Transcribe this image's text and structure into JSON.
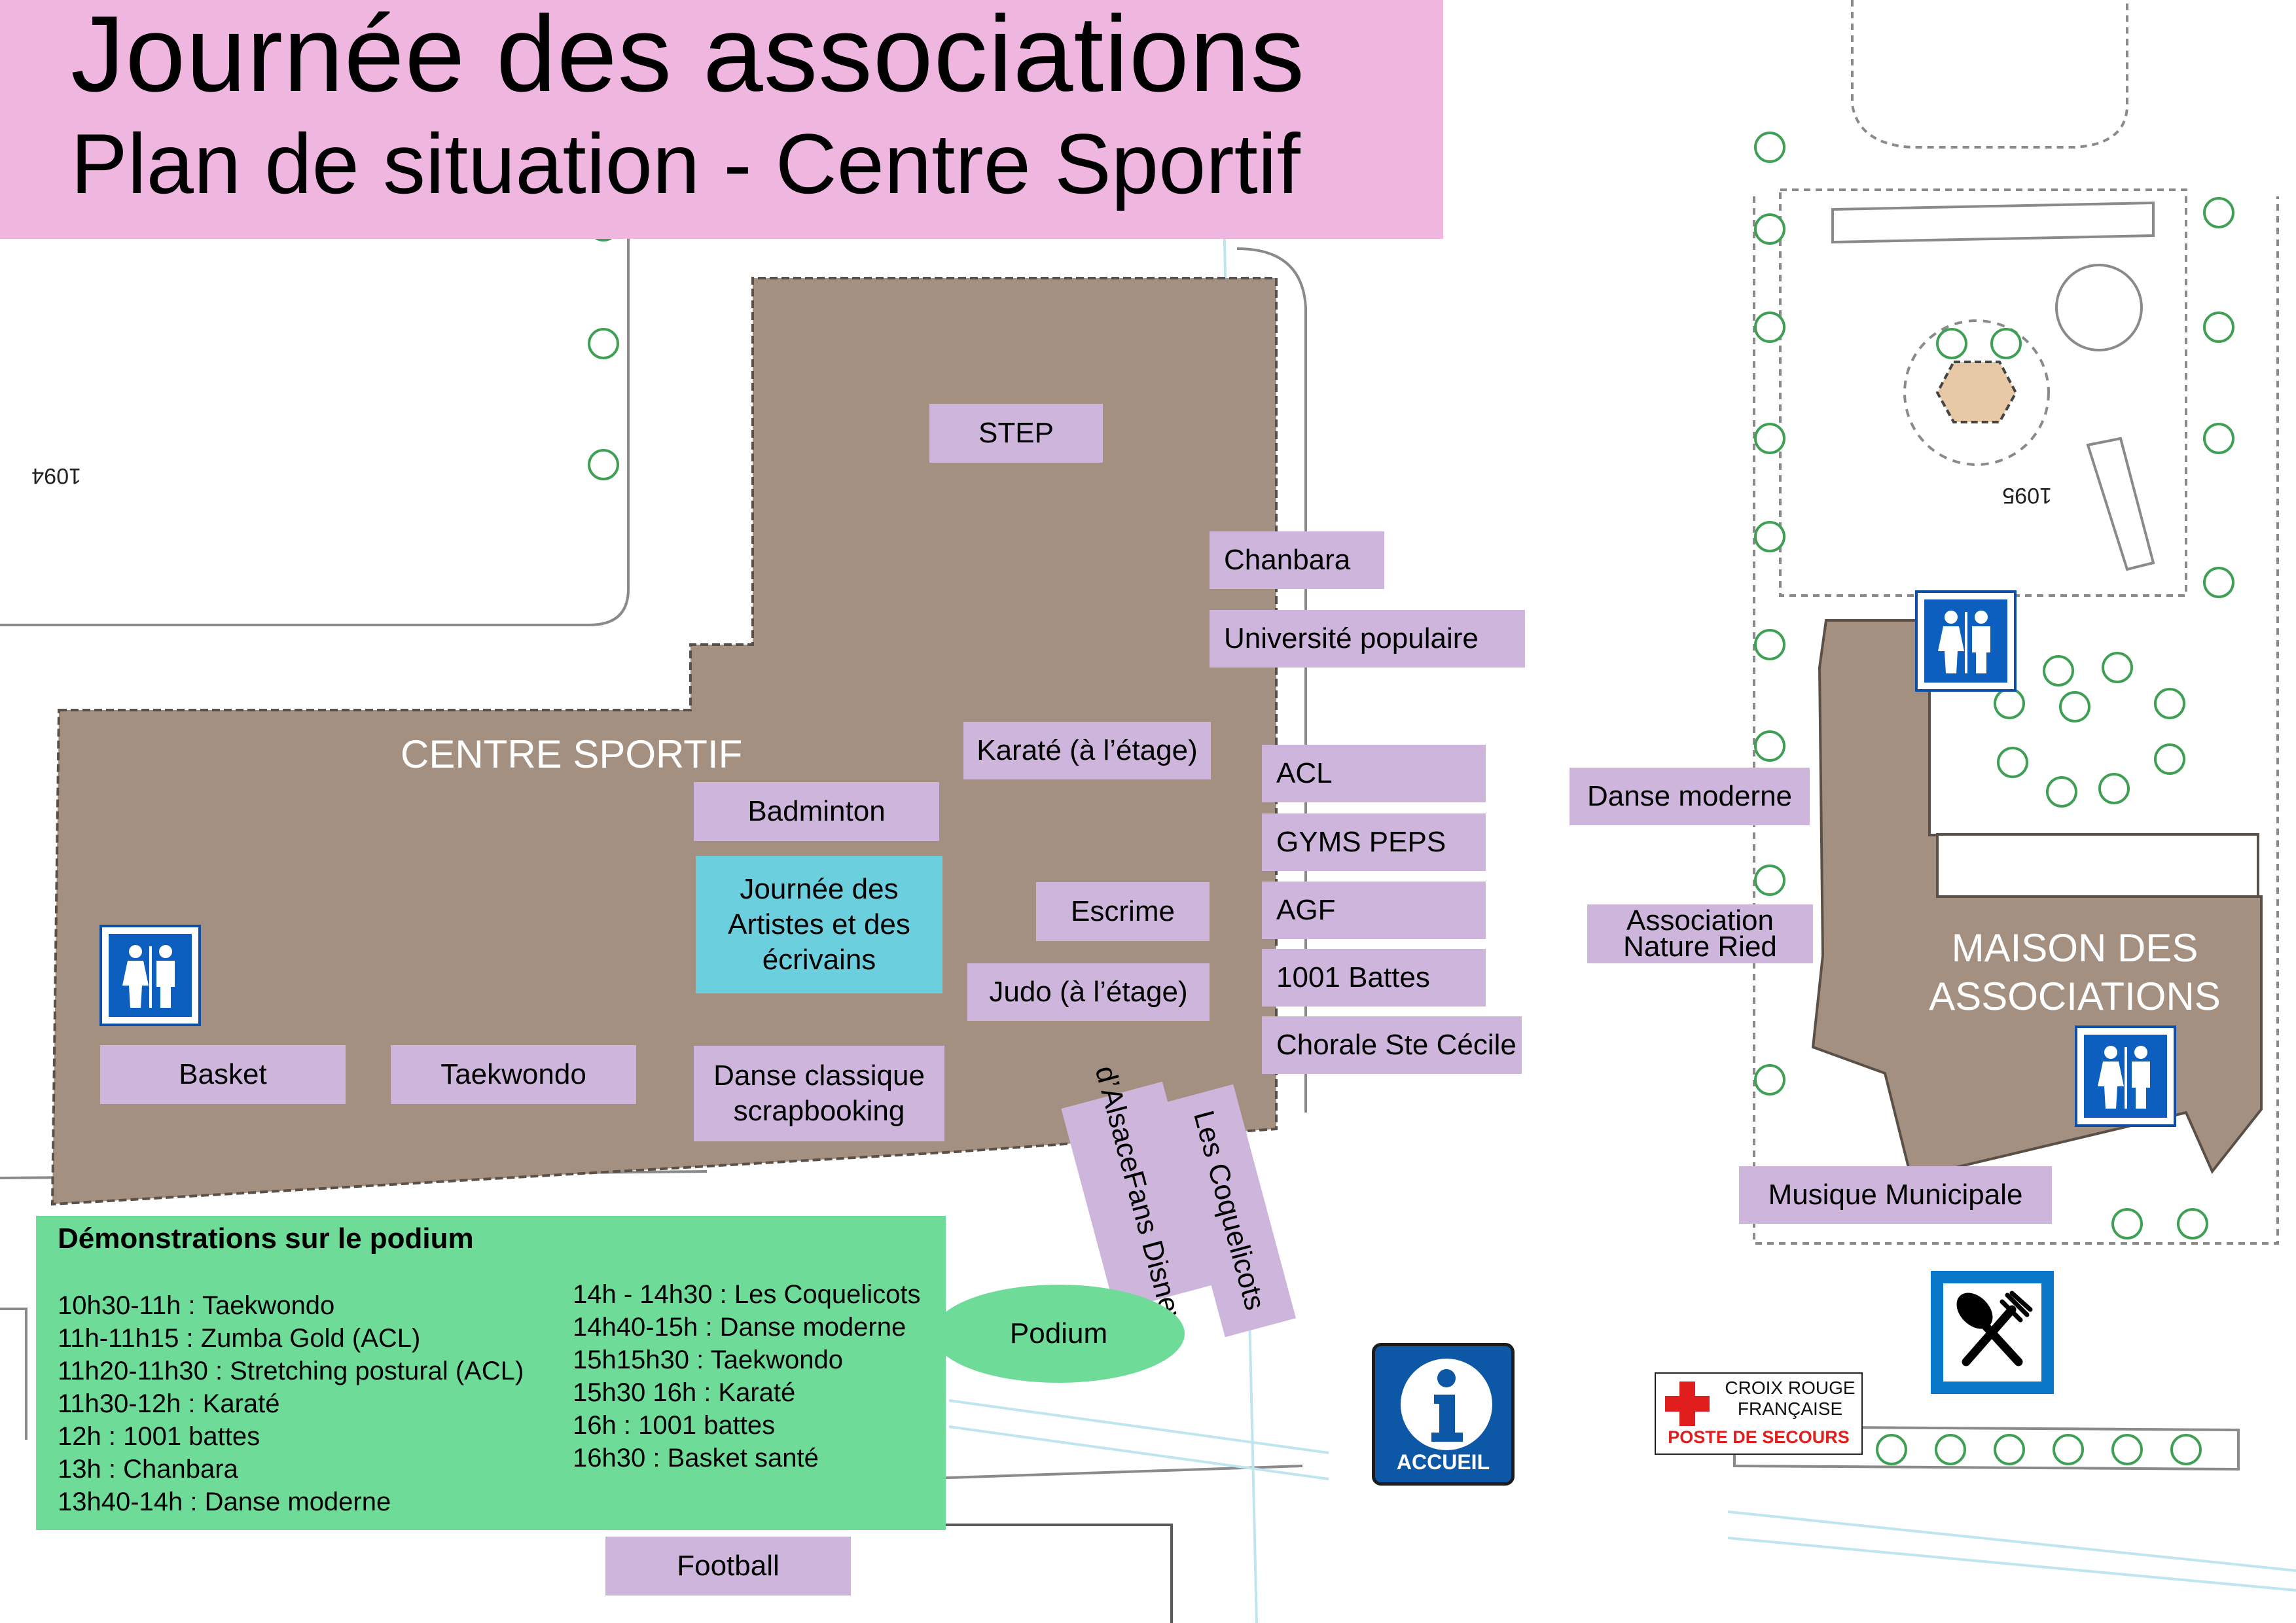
{
  "header": {
    "title": "Journée des associations",
    "subtitle": "Plan de situation - Centre Sportif"
  },
  "buildings": {
    "centre_sportif": "CENTRE SPORTIF",
    "maison_line1": "MAISON DES",
    "maison_line2": "ASSOCIATIONS"
  },
  "plan_numbers": {
    "left": "1094",
    "right": "1095"
  },
  "activities": {
    "step": "STEP",
    "chanbara": "Chanbara",
    "universite": "Université populaire",
    "karate": "Karaté (à l’étage)",
    "badminton": "Badminton",
    "journee_artistes": "Journée des Artistes et des écrivains",
    "escrime": "Escrime",
    "judo": "Judo (à l’étage)",
    "danse_classique_1": "Danse classique",
    "danse_classique_2": "scrapbooking",
    "basket": "Basket",
    "taekwondo": "Taekwondo",
    "acl": "ACL",
    "gyms_peps": "GYMS PEPS",
    "agf": "AGF",
    "battes": "1001 Battes",
    "chorale": "Chorale Ste Cécile",
    "fans_disney_1": "Fans Disney",
    "fans_disney_2": "d’Alsace",
    "coquelicots": "Les Coquelicots",
    "danse_moderne": "Danse moderne",
    "nature_ried_1": "Association",
    "nature_ried_2": "Nature Ried",
    "musique": "Musique Municipale",
    "football": "Football",
    "podium": "Podium"
  },
  "demonstrations": {
    "title": "Démonstrations sur le podium",
    "col1": [
      "10h30-11h :  Taekwondo",
      "11h-11h15 : Zumba Gold (ACL)",
      "11h20-11h30 : Stretching postural (ACL)",
      "11h30-12h : Karaté",
      "12h : 1001 battes",
      "13h : Chanbara",
      "13h40-14h : Danse moderne"
    ],
    "col2": [
      "14h - 14h30 : Les Coquelicots",
      "14h40-15h : Danse moderne",
      "15h15h30 : Taekwondo",
      "15h30 16h : Karaté",
      "16h : 1001 battes",
      "16h30 : Basket santé"
    ]
  },
  "signs": {
    "accueil": "ACCUEIL",
    "croix_rouge_1": "CROIX ROUGE",
    "croix_rouge_2": "FRANÇAISE",
    "poste_secours": "POSTE DE SECOURS",
    "icons": [
      "restroom-icon",
      "restaurant-icon",
      "info-icon",
      "red-cross-icon"
    ]
  },
  "colors": {
    "title_band": "#efb6df",
    "building": "#a39080",
    "activity_label": "#cdb5dc",
    "highlight_label": "#6ccfde",
    "demonstrations": "#6edc98",
    "sign_blue": "#0d5fbf"
  }
}
